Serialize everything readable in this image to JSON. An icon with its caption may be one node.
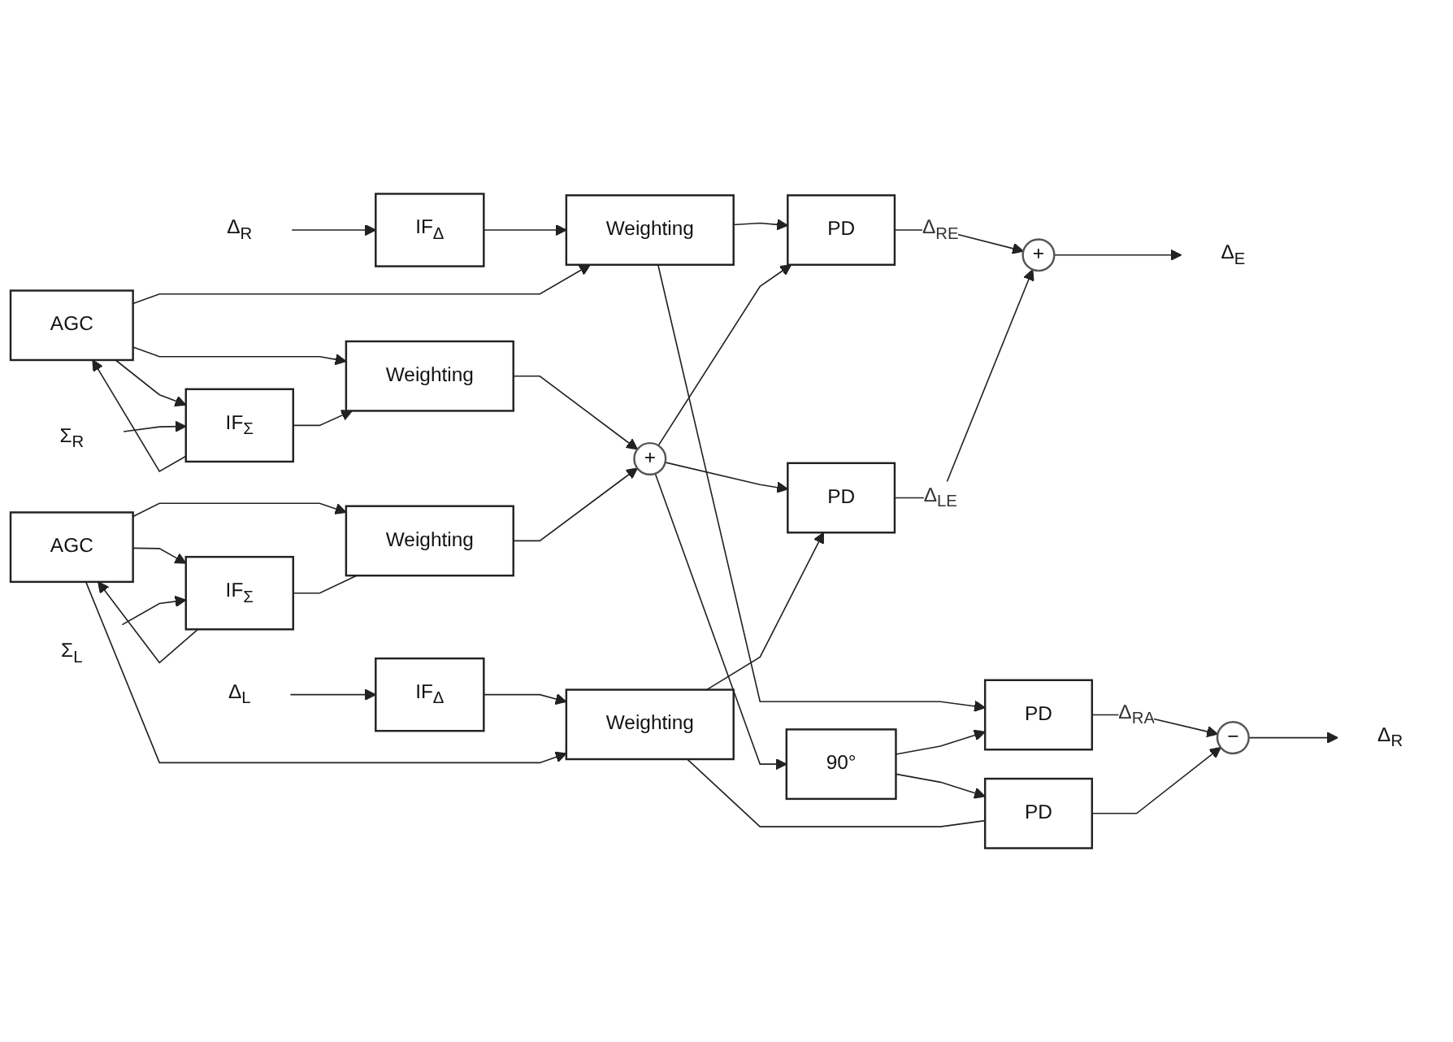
{
  "diagram": {
    "nodes": [
      {
        "text": [
          "Δ$_{R}$"
        ]
      },
      {
        "text": [
          "IF$_{Δ}$"
        ]
      },
      {
        "text": [
          "Weighting"
        ]
      },
      {
        "text": [
          "AGC"
        ]
      },
      {
        "text": [
          "Σ$_{R}$"
        ]
      },
      {
        "text": [
          "IF$_{Σ}$"
        ]
      },
      {
        "text": [
          "Weighting"
        ]
      },
      {
        "text": [
          "+"
        ]
      },
      {
        "text": [
          "PD"
        ]
      },
      {
        "text": [
          "PD"
        ]
      },
      {
        "text": [
          "90°"
        ]
      },
      {
        "text": [
          "+"
        ]
      },
      {
        "text": [
          "Δ$_{E}$"
        ]
      },
      {
        "text": [
          "−"
        ]
      },
      {
        "text": [
          "Δ$_{R}$"
        ]
      },
      {
        "text": [
          "Δ$_{L}$"
        ]
      },
      {
        "text": [
          "IF$_{Δ}$"
        ]
      },
      {
        "text": [
          "Weighting"
        ]
      },
      {
        "text": [
          "PD"
        ]
      },
      {
        "text": [
          "AGC"
        ]
      },
      {
        "text": [
          "PD"
        ]
      },
      {
        "text": [
          "Σ$_{L}$"
        ]
      },
      {
        "text": [
          "IF$_{Σ}$"
        ]
      },
      {
        "text": [
          "Weighting"
        ]
      }
    ],
    "edges": [
      {
        "from": 0,
        "to": 1,
        "arrow": "to"
      },
      {
        "from": 1,
        "to": 2,
        "arrow": "to"
      },
      {
        "from": 2,
        "to": 8,
        "arrow": "to"
      },
      {
        "from": 2,
        "to": 9,
        "arrow": "to"
      },
      {
        "from": 8,
        "to": 11,
        "label": "Δ$_{RE}$",
        "arrow": "to"
      },
      {
        "from": 9,
        "to": 13,
        "label": "Δ$_{RA}$",
        "arrow": "to"
      },
      {
        "from": 11,
        "to": 12,
        "arrow": "to"
      },
      {
        "from": 13,
        "to": 14,
        "arrow": "to"
      },
      {
        "from": 3,
        "to": 5,
        "arrow": "to"
      },
      {
        "from": 3,
        "to": 2,
        "arrow": "to"
      },
      {
        "from": 3,
        "to": 6,
        "arrow": "to"
      },
      {
        "from": 4,
        "to": 5,
        "arrow": "to"
      },
      {
        "from": 5,
        "to": 3,
        "arrow": "to"
      },
      {
        "from": 5,
        "to": 6,
        "arrow": "to"
      },
      {
        "from": 6,
        "to": 7,
        "arrow": "to"
      },
      {
        "from": 7,
        "to": 10,
        "arrow": "to"
      },
      {
        "from": 7,
        "to": 18,
        "arrow": "to"
      },
      {
        "from": 7,
        "to": 8,
        "arrow": "to"
      },
      {
        "from": 10,
        "to": 9,
        "arrow": "to"
      },
      {
        "from": 10,
        "to": 20,
        "arrow": "to"
      },
      {
        "from": 15,
        "to": 16,
        "arrow": "to"
      },
      {
        "from": 16,
        "to": 17,
        "arrow": "to"
      },
      {
        "from": 17,
        "to": 18,
        "arrow": "to"
      },
      {
        "from": 17,
        "to": 20,
        "arrow": "none"
      },
      {
        "from": 18,
        "to": 11,
        "label": "Δ$_{LE}$",
        "arrow": "to"
      },
      {
        "from": 20,
        "to": 13,
        "arrow": "to"
      },
      {
        "from": 19,
        "to": 22,
        "arrow": "to"
      },
      {
        "from": 19,
        "to": 17,
        "arrow": "to"
      },
      {
        "from": 19,
        "to": 23,
        "arrow": "to"
      },
      {
        "from": 21,
        "to": 22,
        "arrow": "to"
      },
      {
        "from": 22,
        "to": 19,
        "arrow": "to"
      },
      {
        "from": 22,
        "to": 23,
        "arrow": "none"
      },
      {
        "from": 23,
        "to": 7,
        "arrow": "to"
      }
    ]
  }
}
